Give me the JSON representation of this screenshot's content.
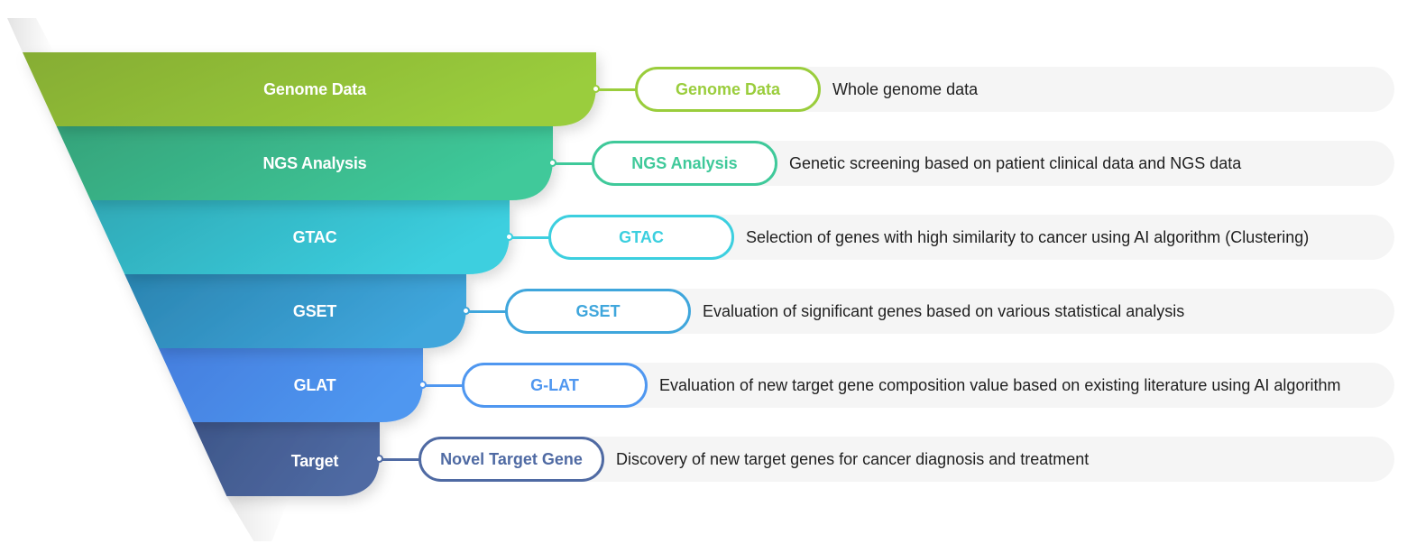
{
  "diagram": {
    "title": "Novel target gene discovery pipeline",
    "type": "funnel",
    "stages": [
      {
        "layer": "Genome Data",
        "tag": "Genome Data",
        "description": "Whole genome data",
        "color": "#9acd3c",
        "color_dark": "#86ad33"
      },
      {
        "layer": "NGS Analysis",
        "tag": "NGS Analysis",
        "description": "Genetic screening based on patient clinical data and NGS data",
        "color": "#3fc99a",
        "color_dark": "#35a37a"
      },
      {
        "layer": "GTAC",
        "tag": "GTAC",
        "description": "Selection of genes with high similarity to cancer using AI algorithm (Clustering)",
        "color": "#3ccfdf",
        "color_dark": "#2fa9b6"
      },
      {
        "layer": "GSET",
        "tag": "GSET",
        "description": "Evaluation of significant genes based on various statistical analysis",
        "color": "#3fa6dc",
        "color_dark": "#2a84b0"
      },
      {
        "layer": "GLAT",
        "tag": "G-LAT",
        "description": "Evaluation of new target gene composition value based on existing literature using AI algorithm",
        "color": "#4f97f0",
        "color_dark": "#447ede"
      },
      {
        "layer": "Target",
        "tag": "Novel Target Gene",
        "description": "Discovery of new target genes for cancer diagnosis and treatment",
        "color": "#4f6aa3",
        "color_dark": "#3e5689"
      }
    ]
  }
}
